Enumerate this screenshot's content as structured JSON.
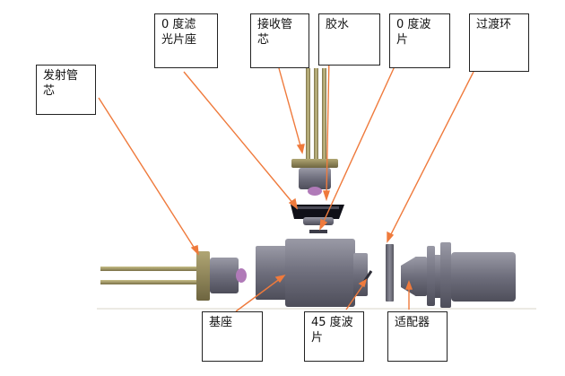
{
  "labels": {
    "filter_seat": "0 度滤\n光片座",
    "receiver_core": "接收管\n芯",
    "glue": "胶水",
    "waveplate_0": "0 度波\n片",
    "transition_ring": "过渡环",
    "emitter_core": "发射管\n芯",
    "base": "基座",
    "waveplate_45": "45 度波\n片",
    "adapter": "适配器"
  },
  "colors": {
    "body_gray": "#6a6a78",
    "body_light": "#8a8a96",
    "lead_olive": "#9a9060",
    "arrow_orange": "#ef7a3c",
    "lens_purple": "#b07ab8"
  }
}
